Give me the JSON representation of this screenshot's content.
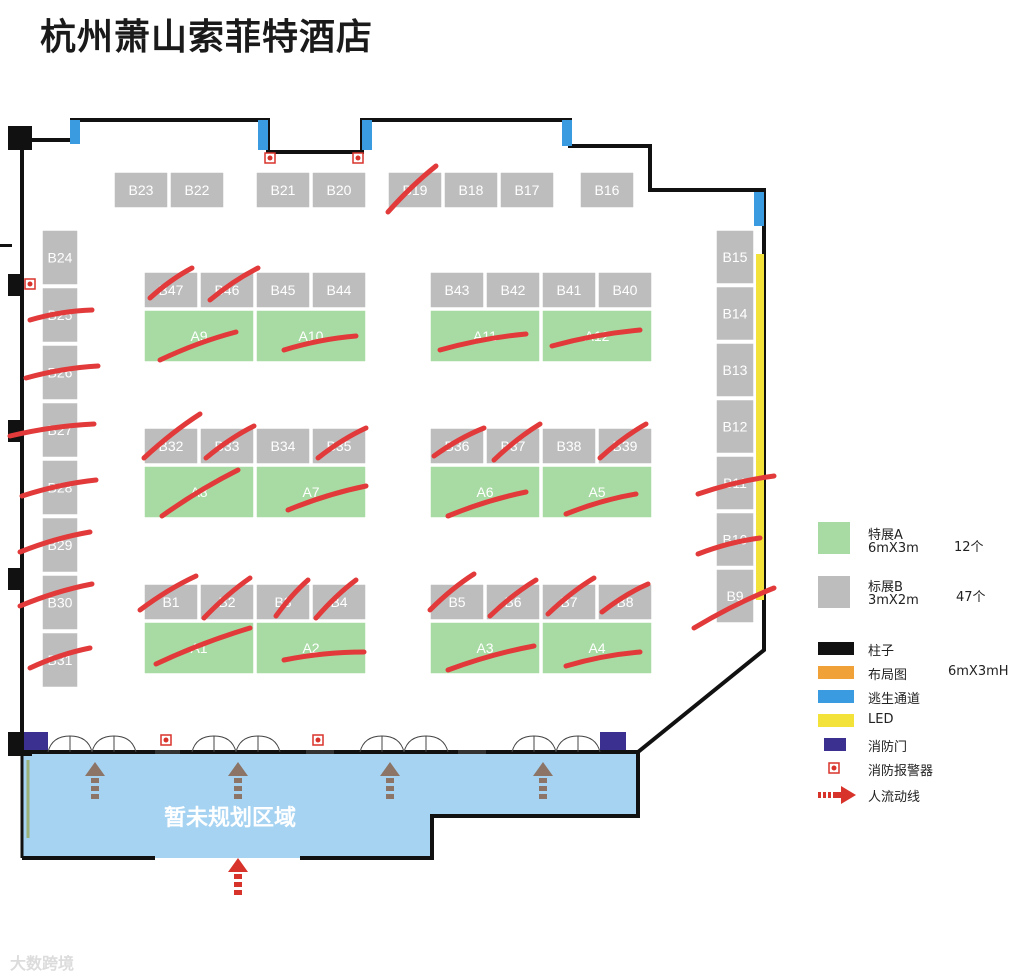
{
  "title": "杭州萧山索菲特酒店",
  "colors": {
    "special_booth": "#a8dba3",
    "standard_booth": "#bdbdbd",
    "wall": "#111111",
    "escape": "#3b9be0",
    "led": "#f3e23a",
    "fire_door": "#3b2f8f",
    "unplanned": "#a6d3f2",
    "strike": "#e23a3a",
    "flow_arrow_gray": "#8c7566",
    "flow_arrow_red": "#d8332a"
  },
  "unplanned_area": "暂未规划区域",
  "booths_b": [
    "B23",
    "B22",
    "B21",
    "B20",
    "B19",
    "B18",
    "B17",
    "B16",
    "B24",
    "B25",
    "B26",
    "B27",
    "B28",
    "B29",
    "B30",
    "B31",
    "B15",
    "B14",
    "B13",
    "B12",
    "B11",
    "B10",
    "B9",
    "B47",
    "B46",
    "B45",
    "B44",
    "B43",
    "B42",
    "B41",
    "B40",
    "B32",
    "B33",
    "B34",
    "B35",
    "B36",
    "B37",
    "B38",
    "B39",
    "B1",
    "B2",
    "B3",
    "B4",
    "B5",
    "B6",
    "B7",
    "B8"
  ],
  "booths_a": [
    "A9",
    "A10",
    "A11",
    "A12",
    "A8",
    "A7",
    "A6",
    "A5",
    "A1",
    "A2",
    "A3",
    "A4"
  ],
  "legend": {
    "special": {
      "name": "特展A",
      "size": "6mX3m",
      "count": "12个",
      "icon": "green-square"
    },
    "standard": {
      "name": "标展B",
      "size": "3mX2m",
      "count": "47个",
      "icon": "gray-square"
    },
    "column": "柱子",
    "layout": "布局图",
    "layout_dim": "6mX3mH",
    "escape": "逃生通道",
    "led": "LED",
    "fire_door": "消防门",
    "fire_alarm": "消防报警器",
    "flow": "人流动线"
  },
  "watermark": "大数跨境"
}
